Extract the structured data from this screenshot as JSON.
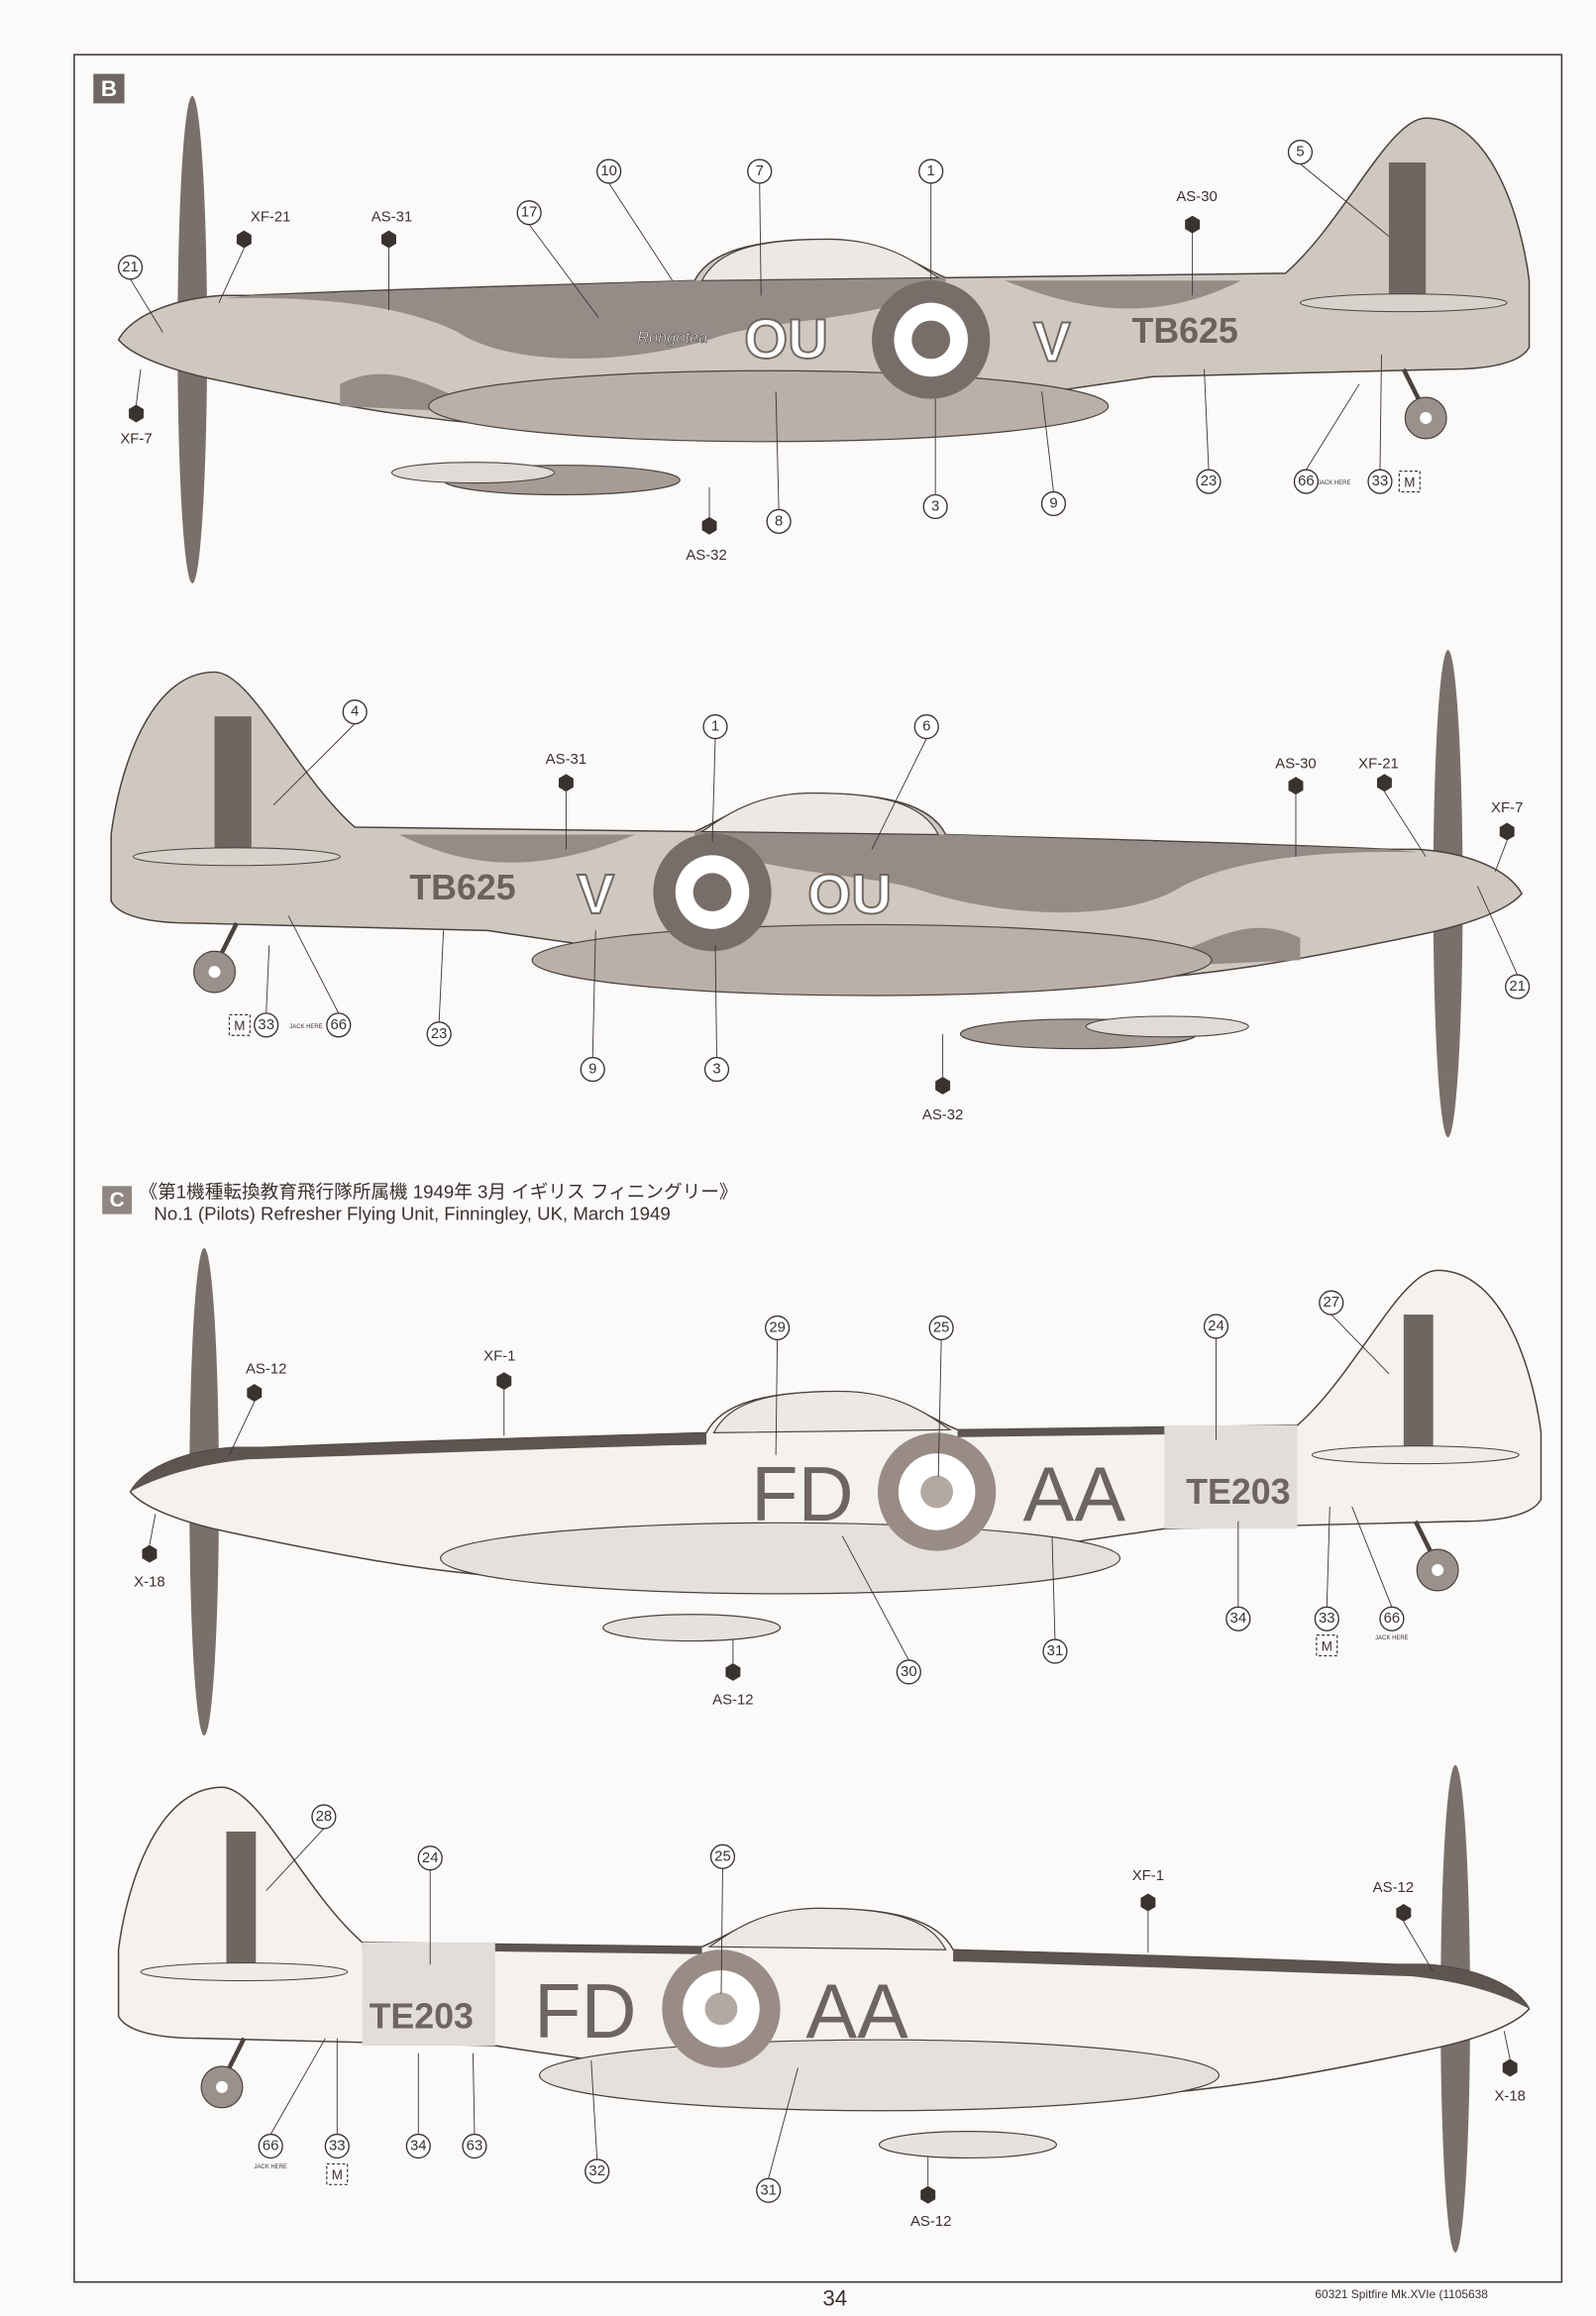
{
  "section_b": {
    "badge": "B",
    "profile_left": {
      "callouts": [
        "21",
        "17",
        "10",
        "7",
        "1",
        "5",
        "8",
        "3",
        "9",
        "23",
        "66",
        "33"
      ],
      "paint_codes": [
        "XF-21",
        "AS-31",
        "XF-7",
        "AS-30",
        "AS-32"
      ],
      "jack_note": "JACK HERE",
      "m_mark": "M",
      "markings": {
        "code_left": "OU",
        "code_right": "V",
        "serial": "TB625",
        "nose_art": "Rongotea"
      }
    },
    "profile_right": {
      "callouts": [
        "4",
        "1",
        "6",
        "21",
        "33",
        "66",
        "23",
        "9",
        "3"
      ],
      "paint_codes": [
        "AS-31",
        "AS-30",
        "XF-21",
        "XF-7",
        "AS-32"
      ],
      "jack_note": "JACK HERE",
      "m_mark": "M",
      "markings": {
        "code_left": "V",
        "code_right": "OU",
        "serial": "TB625"
      }
    }
  },
  "section_c": {
    "badge": "C",
    "title_jp": "《第1機種転換教育飛行隊所属機 1949年 3月 イギリス フィニングリー》",
    "title_en": "No.1 (Pilots) Refresher Flying Unit, Finningley, UK, March 1949",
    "profile_left": {
      "callouts": [
        "29",
        "25",
        "24",
        "27",
        "34",
        "33",
        "66",
        "31",
        "30"
      ],
      "paint_codes": [
        "AS-12",
        "XF-1",
        "X-18",
        "AS-12"
      ],
      "jack_note": "JACK HERE",
      "m_mark": "M",
      "markings": {
        "code_left": "FD",
        "code_right": "AA",
        "serial": "TE203"
      }
    },
    "profile_right": {
      "callouts": [
        "28",
        "24",
        "25",
        "66",
        "33",
        "34",
        "63",
        "32",
        "31"
      ],
      "paint_codes": [
        "XF-1",
        "AS-12",
        "X-18",
        "AS-12"
      ],
      "jack_note": "JACK HERE",
      "m_mark": "M",
      "markings": {
        "code_left": "FD",
        "code_right": "AA",
        "serial": "TE203"
      }
    }
  },
  "footer": {
    "page_number": "34",
    "product": "60321  Spitfire Mk.XVIe (1105638"
  },
  "colors": {
    "ink": "#3a3230",
    "camo_light": "#c9c2bb",
    "camo_dark": "#8f8681",
    "silver": "#f3f0ed"
  }
}
